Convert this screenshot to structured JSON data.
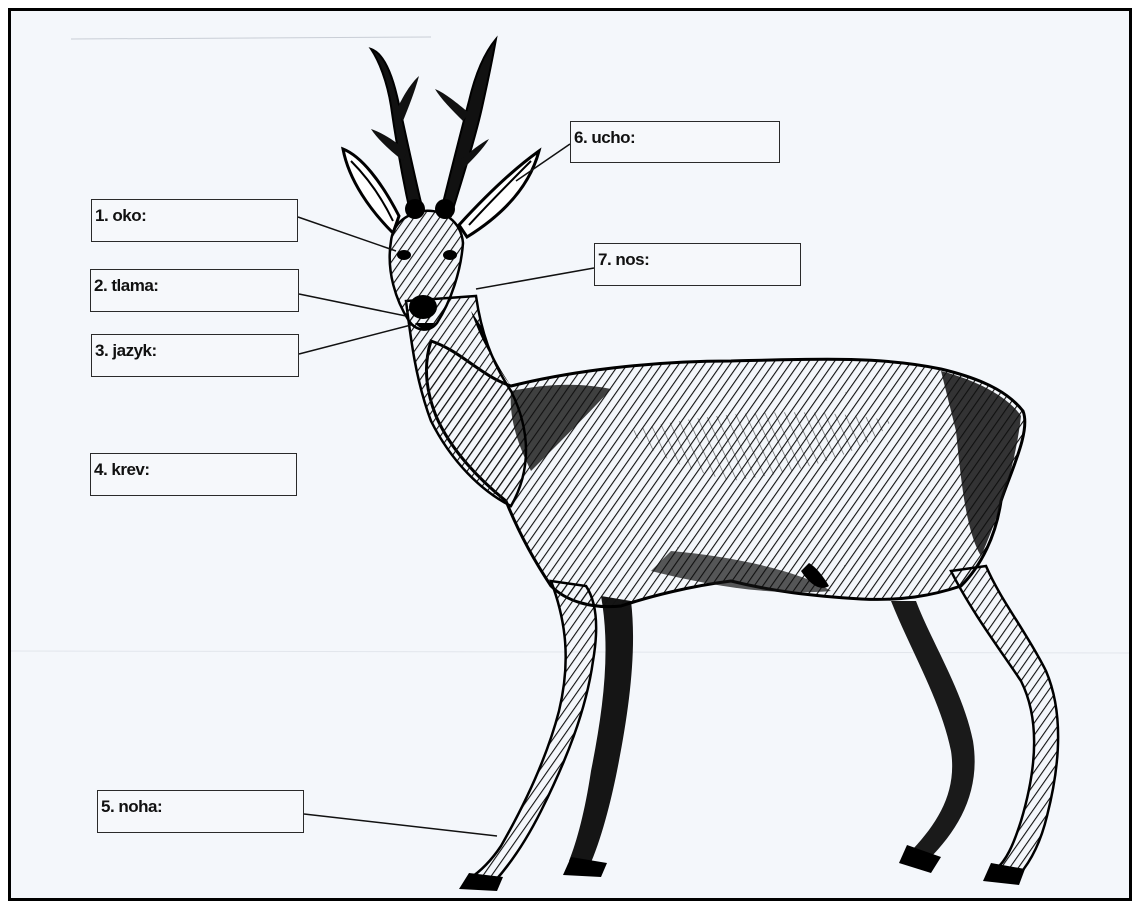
{
  "labels": {
    "oko": "1. oko:",
    "tlama": "2. tlama:",
    "jazyk": "3. jazyk:",
    "krev": "4. krev:",
    "noha": "5. noha:",
    "ucho": "6. ucho:",
    "nos": "7. nos:"
  },
  "colors": {
    "ink": "#111111",
    "paper": "#f4f7fb",
    "frame": "#000000"
  },
  "icons": {
    "figure": "roe-deer-illustration"
  }
}
